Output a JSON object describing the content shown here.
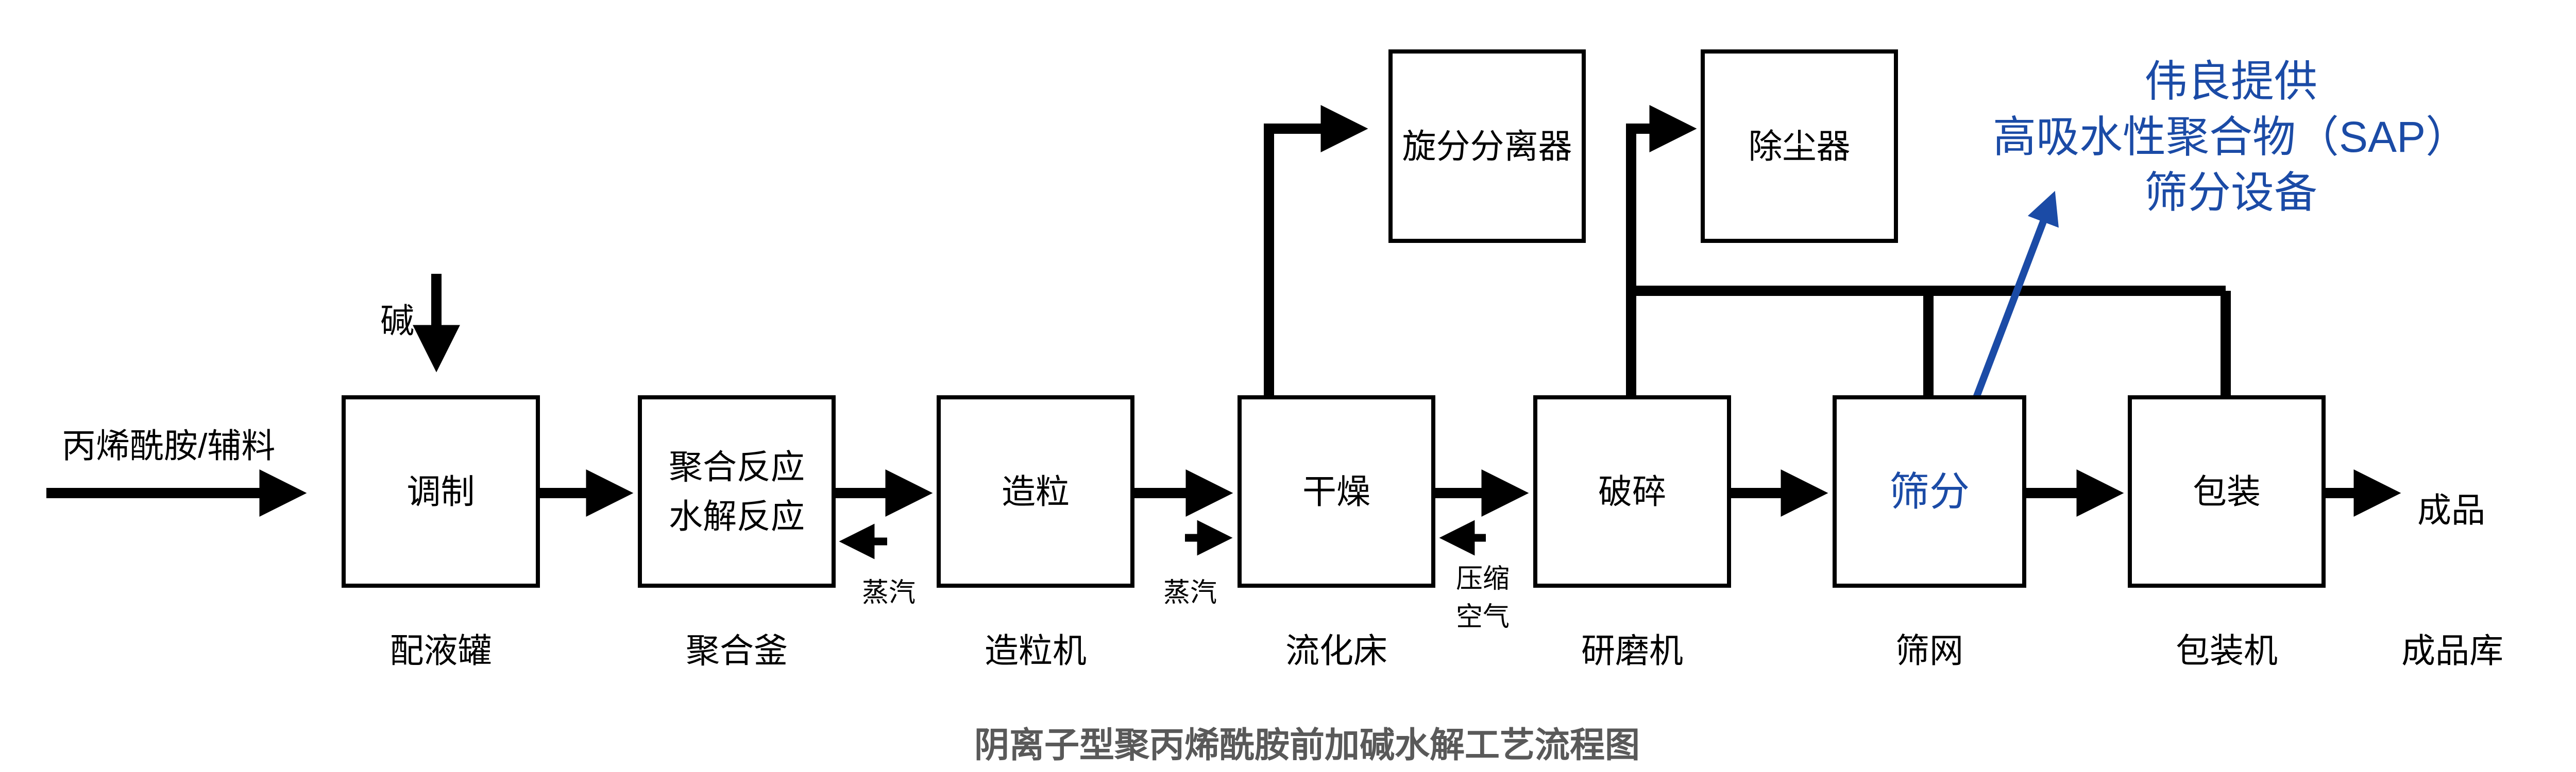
{
  "title": "阴离子型聚丙烯酰胺前加碱水解工艺流程图",
  "feed_label": "丙烯酰胺/辅料",
  "alkali_label": "碱",
  "steam_label_1": "蒸汽",
  "steam_label_2": "蒸汽",
  "compressed_air": {
    "line1": "压缩",
    "line2": "空气"
  },
  "process": [
    {
      "name": "调制",
      "equipment": "配液罐"
    },
    {
      "name": "聚合反应",
      "name2": "水解反应",
      "equipment": "聚合釜"
    },
    {
      "name": "造粒",
      "equipment": "造粒机"
    },
    {
      "name": "干燥",
      "equipment": "流化床"
    },
    {
      "name": "破碎",
      "equipment": "研磨机"
    },
    {
      "name": "筛分",
      "equipment": "筛网"
    },
    {
      "name": "包装",
      "equipment": "包装机"
    }
  ],
  "dust_collection": {
    "cyclone": "旋分分离器",
    "dust_collector": "除尘器"
  },
  "product": {
    "label": "成品",
    "storage": "成品库"
  },
  "annotation": {
    "line1": "伟良提供",
    "line2": "高吸水性聚合物（SAP）",
    "line3": "筛分设备"
  },
  "colors": {
    "accent": "#1B4BA6",
    "title": "#595959",
    "line": "#000000"
  }
}
